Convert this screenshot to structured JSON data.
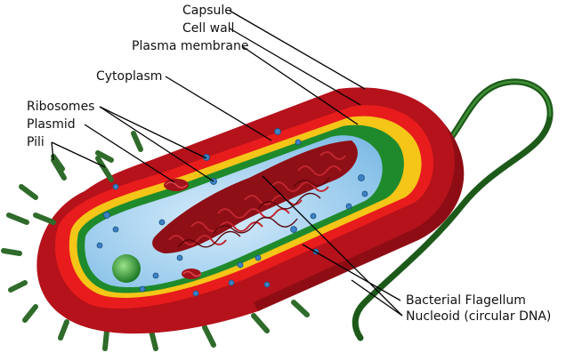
{
  "diagram": {
    "labels": {
      "capsule": "Capsule",
      "cell_wall": "Cell wall",
      "plasma_membrane": "Plasma membrane",
      "cytoplasm": "Cytoplasm",
      "ribosomes": "Ribosomes",
      "plasmid": "Plasmid",
      "pili": "Pili",
      "bacterial_flagellum": "Bacterial Flagellum",
      "nucleoid": "Nucleoid (circular DNA)"
    },
    "colors": {
      "capsule": "#b5121b",
      "capsule_dark": "#6e0a0f",
      "cell_wall": "#e81c1c",
      "membrane_yellow": "#f5c518",
      "membrane_green": "#1f8a2c",
      "cytoplasm": "#a9d4f0",
      "nucleoid": "#8e0f16",
      "pili": "#2f6b2a",
      "flagellum": "#1d5a1a",
      "ribosome": "#3b82c4"
    }
  }
}
